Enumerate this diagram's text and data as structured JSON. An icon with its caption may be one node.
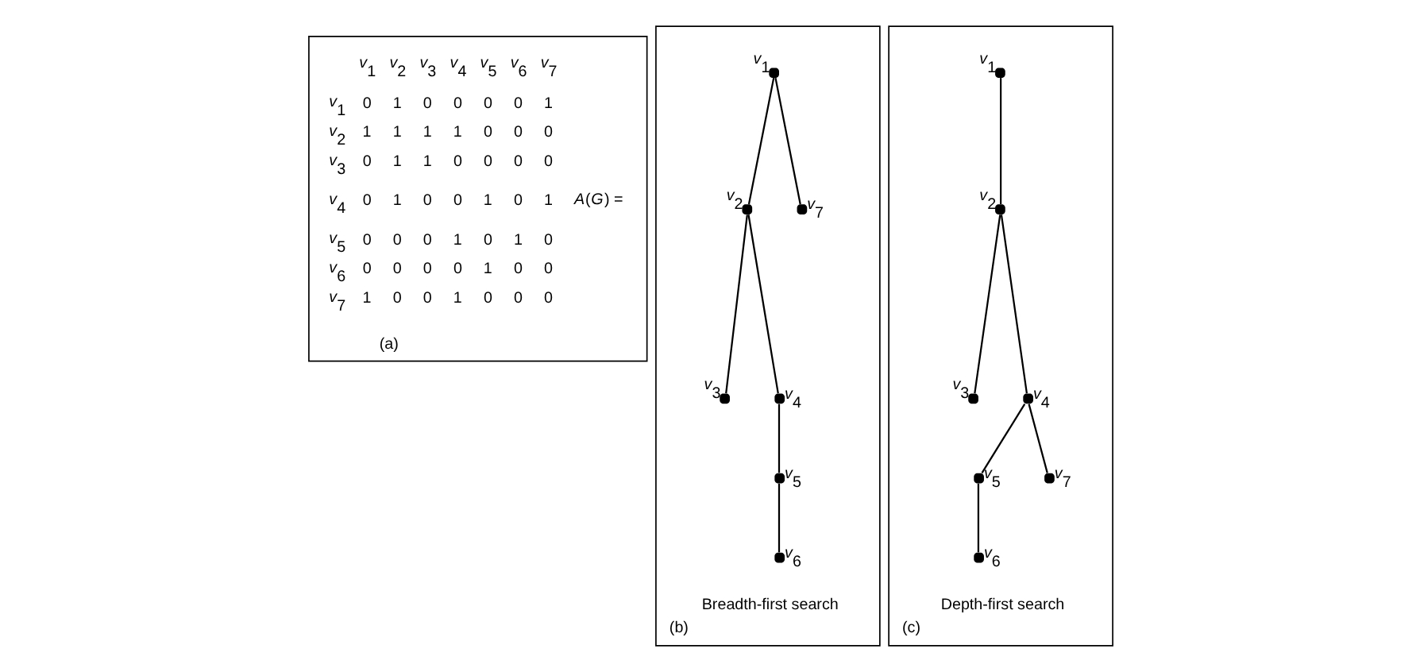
{
  "diagram": {
    "nodes": [
      {
        "text": [
          "*A*(*G*) =",
          "(a)"
        ]
      },
      {
        "text": [
          "(b)",
          "Breadth-first search"
        ]
      },
      {
        "text": [],
        "shape": "circle",
        "beside": [
          "*v*$_{1}$"
        ],
        "in": 1
      },
      {
        "text": [],
        "shape": "circle",
        "beside": [
          "*v*$_{2}$"
        ],
        "in": 1
      },
      {
        "text": [],
        "shape": "circle",
        "beside": [
          "*v*$_{7}$"
        ],
        "in": 1
      },
      {
        "text": [],
        "shape": "circle",
        "beside": [
          "*v*$_{3}$"
        ],
        "in": 1
      },
      {
        "text": [],
        "shape": "circle",
        "beside": [
          "*v*$_{4}$"
        ],
        "in": 1
      },
      {
        "text": [],
        "shape": "circle",
        "beside": [
          "*v*$_{5}$"
        ],
        "in": 1
      },
      {
        "text": [],
        "shape": "circle",
        "beside": [
          "*v*$_{6}$"
        ],
        "in": 1
      },
      {
        "text": [
          "(c)",
          "Depth-first search"
        ]
      },
      {
        "text": [],
        "shape": "circle",
        "beside": [
          "*v*$_{1}$"
        ],
        "in": 9
      },
      {
        "text": [],
        "shape": "circle",
        "beside": [
          "*v*$_{2}$"
        ],
        "in": 9
      },
      {
        "text": [],
        "shape": "circle",
        "beside": [
          "*v*$_{3}$"
        ],
        "in": 9
      },
      {
        "text": [],
        "shape": "circle",
        "beside": [
          "*v*$_{4}$"
        ],
        "in": 9
      },
      {
        "text": [],
        "shape": "circle",
        "beside": [
          "*v*$_{5}$"
        ],
        "in": 9
      },
      {
        "text": [],
        "shape": "circle",
        "beside": [
          "*v*$_{7}$"
        ],
        "in": 9
      },
      {
        "text": [],
        "shape": "circle",
        "beside": [
          "*v*$_{6}$"
        ],
        "in": 9
      }
    ],
    "edges": [
      {
        "from": 2,
        "to": 3,
        "arrow": "none"
      },
      {
        "from": 2,
        "to": 4,
        "arrow": "none"
      },
      {
        "from": 3,
        "to": 5,
        "arrow": "none"
      },
      {
        "from": 3,
        "to": 6,
        "arrow": "none"
      },
      {
        "from": 6,
        "to": 7,
        "arrow": "none"
      },
      {
        "from": 7,
        "to": 8,
        "arrow": "none"
      },
      {
        "from": 10,
        "to": 11,
        "arrow": "none"
      },
      {
        "from": 11,
        "to": 12,
        "arrow": "none"
      },
      {
        "from": 11,
        "to": 13,
        "arrow": "none"
      },
      {
        "from": 13,
        "to": 14,
        "arrow": "none"
      },
      {
        "from": 13,
        "to": 15,
        "arrow": "none"
      },
      {
        "from": 14,
        "to": 16,
        "arrow": "none"
      }
    ],
    "labels": [
      "*v*$_{1}$",
      "*v*$_{2}$",
      "*v*$_{3}$",
      "*v*$_{4}$",
      "*v*$_{5}$",
      "*v*$_{6}$",
      "*v*$_{7}$",
      "*v*$_{1}$",
      "0",
      "1",
      "0",
      "0",
      "0",
      "0",
      "1",
      "*v*$_{2}$",
      "1",
      "1",
      "1",
      "1",
      "0",
      "0",
      "0",
      "*v*$_{3}$",
      "0",
      "1",
      "1",
      "0",
      "0",
      "0",
      "0",
      "*v*$_{4}$",
      "0",
      "1",
      "0",
      "0",
      "1",
      "0",
      "1",
      "*v*$_{5}$",
      "0",
      "0",
      "0",
      "1",
      "0",
      "1",
      "0",
      "*v*$_{6}$",
      "0",
      "0",
      "0",
      "0",
      "1",
      "0",
      "0",
      "*v*$_{7}$",
      "1",
      "0",
      "0",
      "1",
      "0",
      "0",
      "0"
    ]
  }
}
